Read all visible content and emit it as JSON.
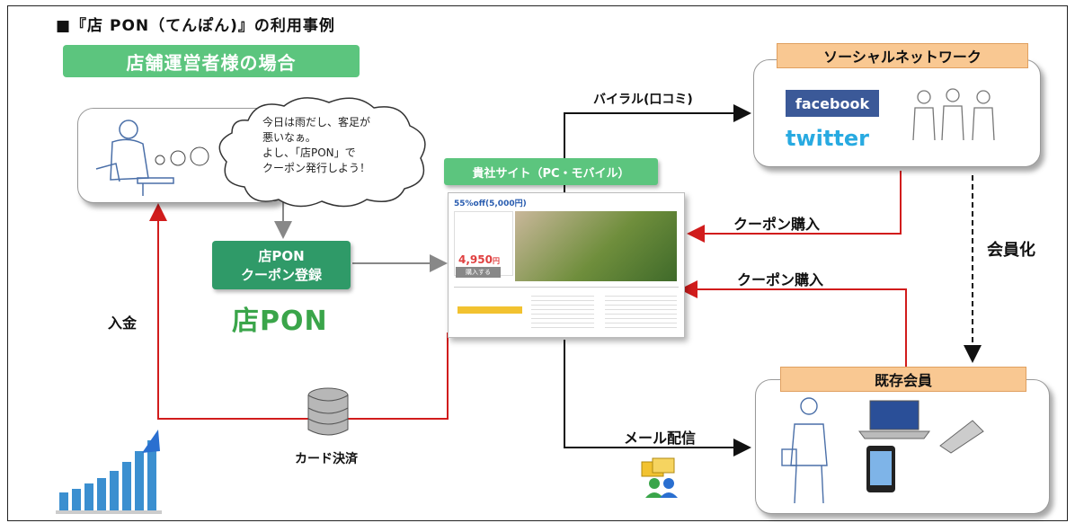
{
  "title": "■『店 PON（てんぽん)』の利用事例",
  "banner": "店舗運営者様の場合",
  "cloud": {
    "line1": "今日は雨だし、客足が",
    "line2": "悪いなぁ。",
    "line3": "よし、「店PON」で",
    "line4": "クーポン発行しよう！"
  },
  "register_box": {
    "line1": "店PON",
    "line2": "クーポン登録"
  },
  "logo_text": "店PON",
  "site_label": "貴社サイト（PC・モバイル）",
  "site_mock": {
    "headline": "55%off(5,000円)",
    "price": "4,950",
    "price_unit": "円",
    "buy_button": "購入する"
  },
  "sns_label": "ソーシャルネットワーク",
  "facebook": "facebook",
  "twitter": "twitter",
  "viral_label": "バイラル(口コミ)",
  "coupon_purchase_1": "クーポン購入",
  "coupon_purchase_2": "クーポン購入",
  "membership": "会員化",
  "existing_members": "既存会員",
  "mail_label": "メール配信",
  "deposit_label": "入金",
  "card_label": "カード決済",
  "colors": {
    "green": "#5cc57e",
    "dark_green": "#2f9a68",
    "orange": "#f9c892",
    "red_arrow": "#d11c1c"
  }
}
